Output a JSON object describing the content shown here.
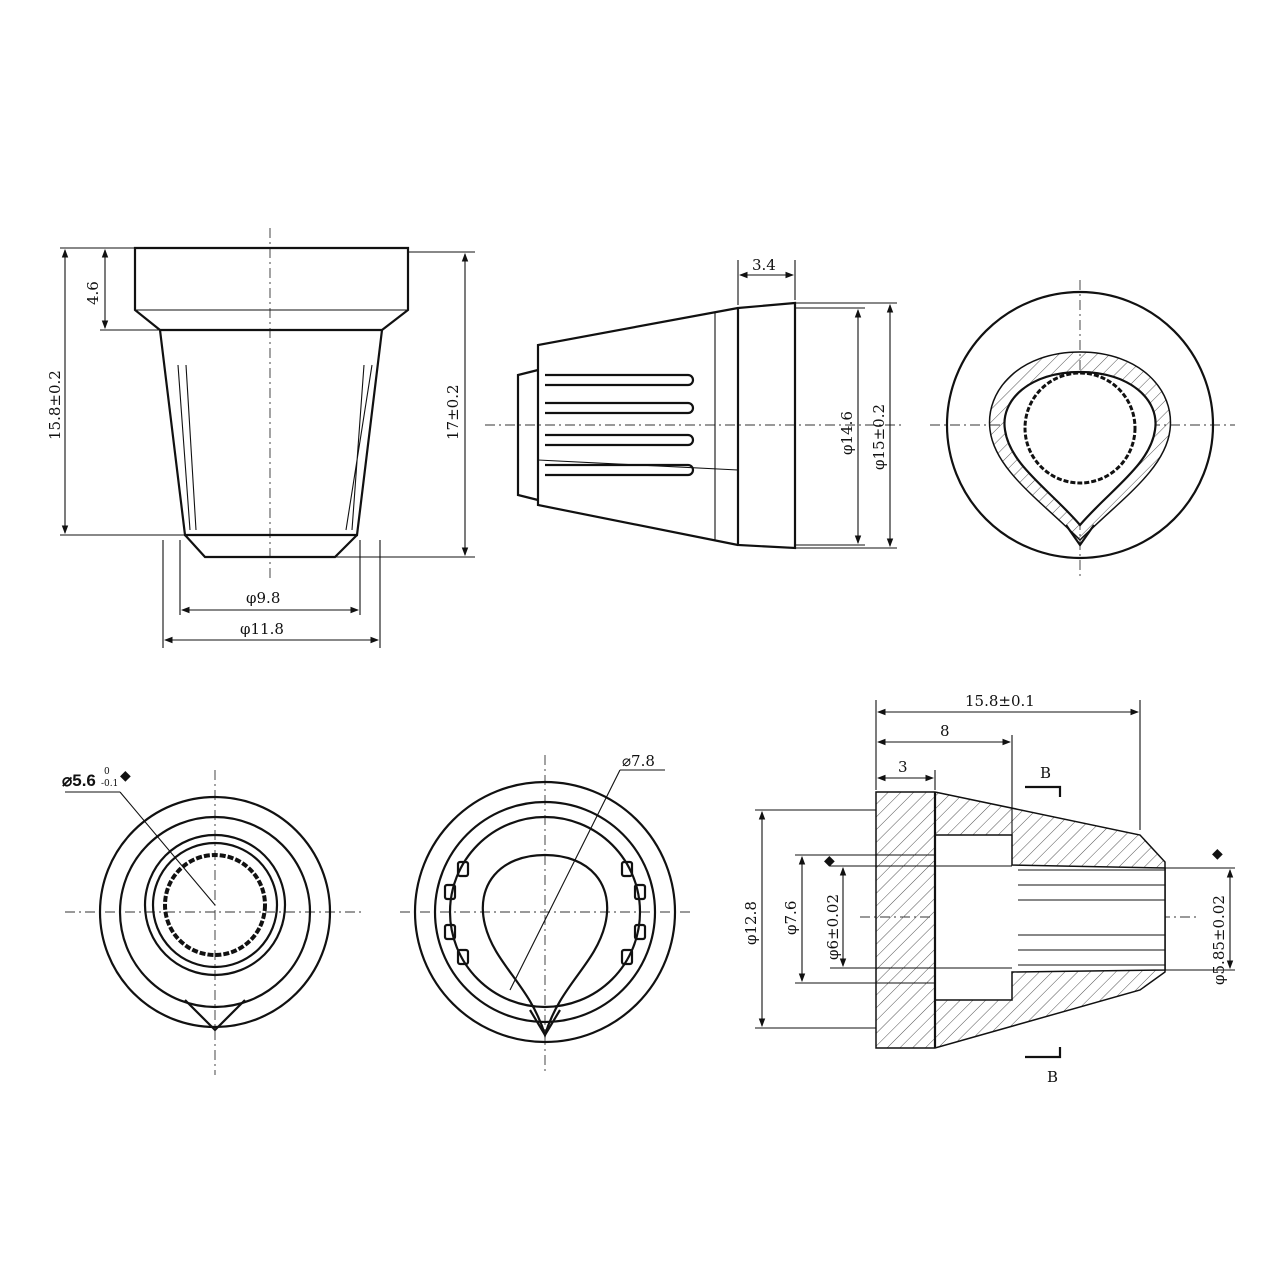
{
  "front_view": {
    "dim_top_rim": "4.6",
    "dim_body_height": "15.8±0.2",
    "dim_total_height": "17±0.2",
    "dim_inner_dia": "φ9.8",
    "dim_outer_dia": "φ11.8"
  },
  "side_view": {
    "dim_cap_width": "3.4",
    "dim_cap_dia": "φ14.6",
    "dim_outer_dia": "φ15±0.2"
  },
  "bottom_view_1": {
    "dim_bore": "⌀5.6",
    "tol_upper": "0",
    "tol_lower": "-0.1",
    "marker": "◆"
  },
  "bottom_view_2": {
    "dim_dia": "⌀7.8"
  },
  "section_view": {
    "dim_total_length": "15.8±0.1",
    "dim_depth": "8",
    "dim_flange": "3",
    "section_label_top": "B",
    "section_label_bottom": "B",
    "dim_flange_dia": "φ12.8",
    "dim_bore_outer": "φ7.6",
    "dim_bore": "φ6±0.02",
    "dim_spline": "φ5.85±0.02",
    "marker": "◆"
  }
}
